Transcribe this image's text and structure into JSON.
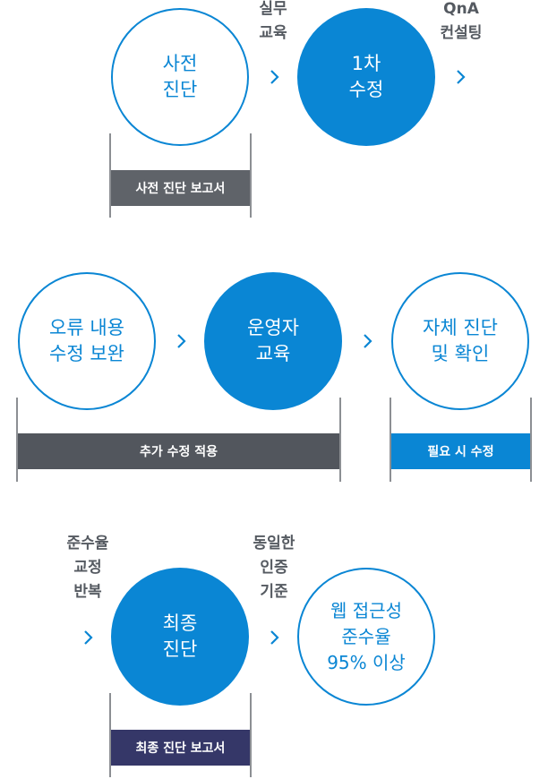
{
  "row1": {
    "step1": [
      "사전",
      "진단"
    ],
    "note1": [
      "실무",
      "교육"
    ],
    "step2": [
      "1차",
      "수정"
    ],
    "note2": [
      "QnA",
      "컨설팅"
    ],
    "bar": "사전 진단 보고서"
  },
  "row2": {
    "step1": [
      "오류 내용",
      "수정 보완"
    ],
    "step2": [
      "운영자",
      "교육"
    ],
    "step3": [
      "자체 진단",
      "및 확인"
    ],
    "bar1": "추가 수정 적용",
    "bar2": "필요 시 수정"
  },
  "row3": {
    "note1": [
      "준수율",
      "교정",
      "반복"
    ],
    "step1": [
      "최종",
      "진단"
    ],
    "note2": [
      "동일한",
      "인증",
      "기준"
    ],
    "step2": [
      "웹 접근성",
      "준수율",
      "95% 이상"
    ],
    "bar": "최종 진단 보고서"
  },
  "colors": {
    "primary": "#0a86d4",
    "bar_gray": "#5f6369",
    "bar_dark": "#52565d",
    "bar_navy": "#353768"
  },
  "icons": {
    "arrow": "chevron-right-icon"
  }
}
